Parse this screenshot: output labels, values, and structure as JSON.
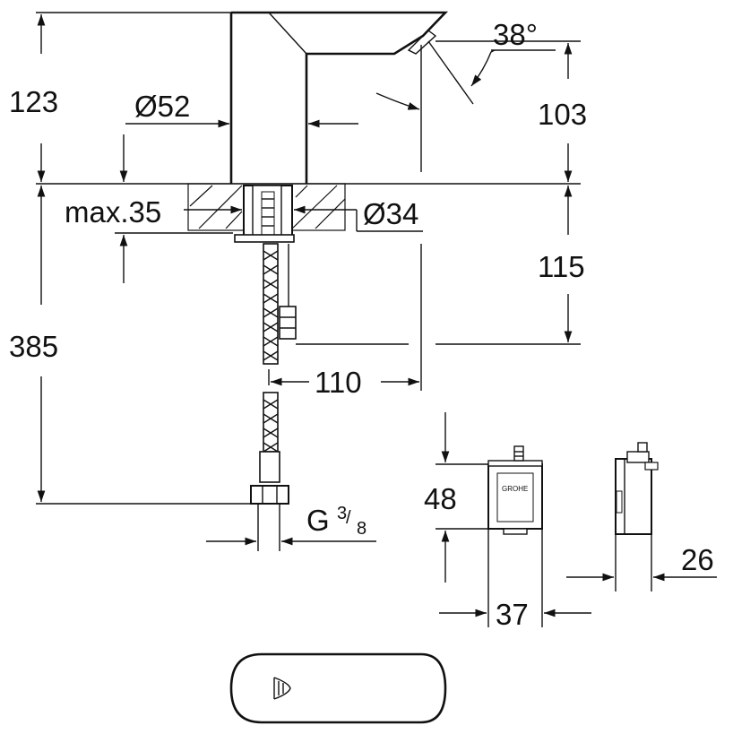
{
  "drawing": {
    "labels": {
      "height_spout_total": "123",
      "spout_diameter": "Ø52",
      "spray_angle": "38°",
      "spout_height": "103",
      "max_deck_thickness": "max.35",
      "hole_diameter": "Ø34",
      "below_deck_depth": "115",
      "hose_length": "385",
      "projection": "110",
      "connection_prefix": "G",
      "connection_num": "3",
      "connection_den": "8",
      "box_height": "48",
      "box_depth": "26",
      "box_width": "37"
    },
    "brand_mark": "GROHE"
  }
}
